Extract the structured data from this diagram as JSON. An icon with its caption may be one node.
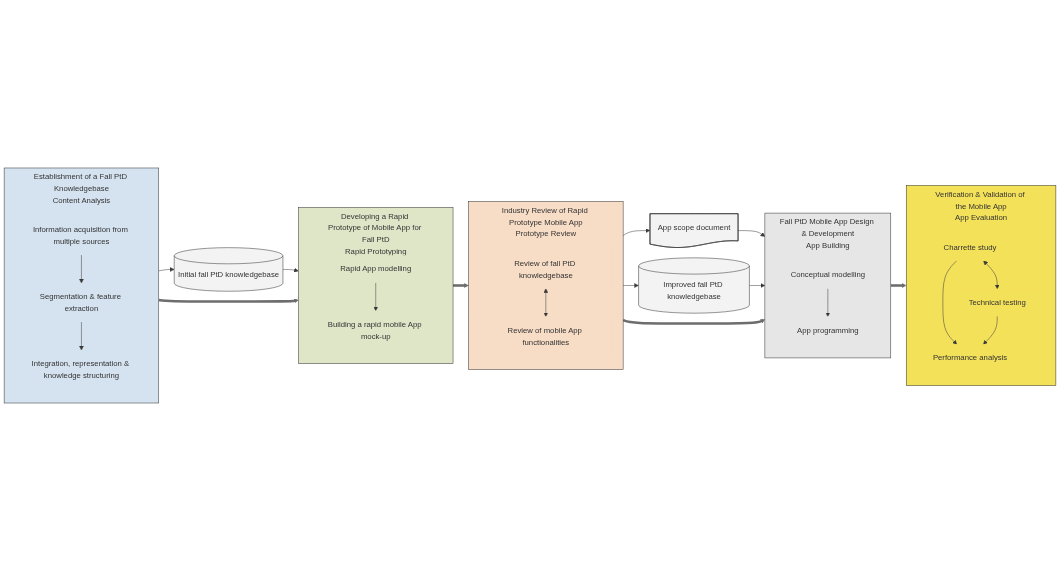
{
  "diagram": {
    "nodes": [
      {
        "text": [
          "Establishment of a Fall PtD Knowledgebase",
          "Content Analysis"
        ]
      },
      {
        "text": [
          "Information acquisition from multiple sources"
        ],
        "in": 0
      },
      {
        "text": [
          "Segmentation & feature extraction"
        ],
        "in": 0
      },
      {
        "text": [
          "Integration, representation & knowledge structuring"
        ],
        "in": 0
      },
      {
        "text": [
          "Developing a Rapid Prototype of Mobile App for Fall PtD",
          "Rapid Prototyping"
        ]
      },
      {
        "text": [
          "Rapid App modelling"
        ],
        "in": 4
      },
      {
        "text": [
          "Building a rapid mobile App mock-up"
        ],
        "in": 4
      },
      {
        "text": [
          "Industry Review of Rapid Prototype Mobile App",
          "Prototype Review"
        ]
      },
      {
        "text": [
          "Review of fall PtD knowledgebase"
        ],
        "in": 7
      },
      {
        "text": [
          "Review of mobile App functionalities"
        ],
        "in": 7
      },
      {
        "text": [
          "Initial fall PtD knowledgebase"
        ]
      },
      {
        "text": [
          "Improved fall PtD knowledgebase"
        ]
      },
      {
        "text": [
          "App scope document"
        ]
      },
      {
        "text": [
          "Fall PtD Mobile App Design & Development",
          "App Building"
        ]
      },
      {
        "text": [
          "Conceptual modelling"
        ],
        "in": 13
      },
      {
        "text": [
          "App programming"
        ],
        "in": 13
      },
      {
        "text": [
          "Verification & Validation of the Mobile App",
          "App Evaluation"
        ]
      },
      {
        "text": [
          "Charrette study"
        ],
        "in": 16
      },
      {
        "text": [
          "Performance analysis"
        ],
        "in": 16
      },
      {
        "text": [
          "Technical testing"
        ],
        "in": 16
      }
    ],
    "edges": [
      {
        "from": 1,
        "to": 2,
        "arrow": "to"
      },
      {
        "from": 2,
        "to": 3,
        "arrow": "to"
      },
      {
        "from": 0,
        "to": 10,
        "arrow": "to"
      },
      {
        "from": 10,
        "to": 4,
        "arrow": "to"
      },
      {
        "from": 0,
        "to": 4,
        "arrow": "to",
        "style": "thick",
        "color": "#6d6d6d"
      },
      {
        "from": 5,
        "to": 6,
        "arrow": "to"
      },
      {
        "from": 4,
        "to": 7,
        "arrow": "to",
        "style": "thick",
        "color": "#6d6d6d"
      },
      {
        "from": 8,
        "to": 9,
        "arrow": "both"
      },
      {
        "from": 7,
        "to": 12,
        "arrow": "to"
      },
      {
        "from": 7,
        "to": 11,
        "arrow": "to"
      },
      {
        "from": 12,
        "to": 13,
        "arrow": "to"
      },
      {
        "from": 11,
        "to": 13,
        "arrow": "to"
      },
      {
        "from": 7,
        "to": 13,
        "arrow": "to",
        "style": "thick",
        "color": "#6d6d6d"
      },
      {
        "from": 14,
        "to": 15,
        "arrow": "to"
      },
      {
        "from": 13,
        "to": 16,
        "arrow": "to",
        "style": "thick",
        "color": "#6d6d6d"
      },
      {
        "from": 17,
        "to": 18,
        "arrow": "to"
      },
      {
        "from": 17,
        "to": 19,
        "arrow": "both"
      },
      {
        "from": 19,
        "to": 18,
        "arrow": "to"
      }
    ]
  }
}
